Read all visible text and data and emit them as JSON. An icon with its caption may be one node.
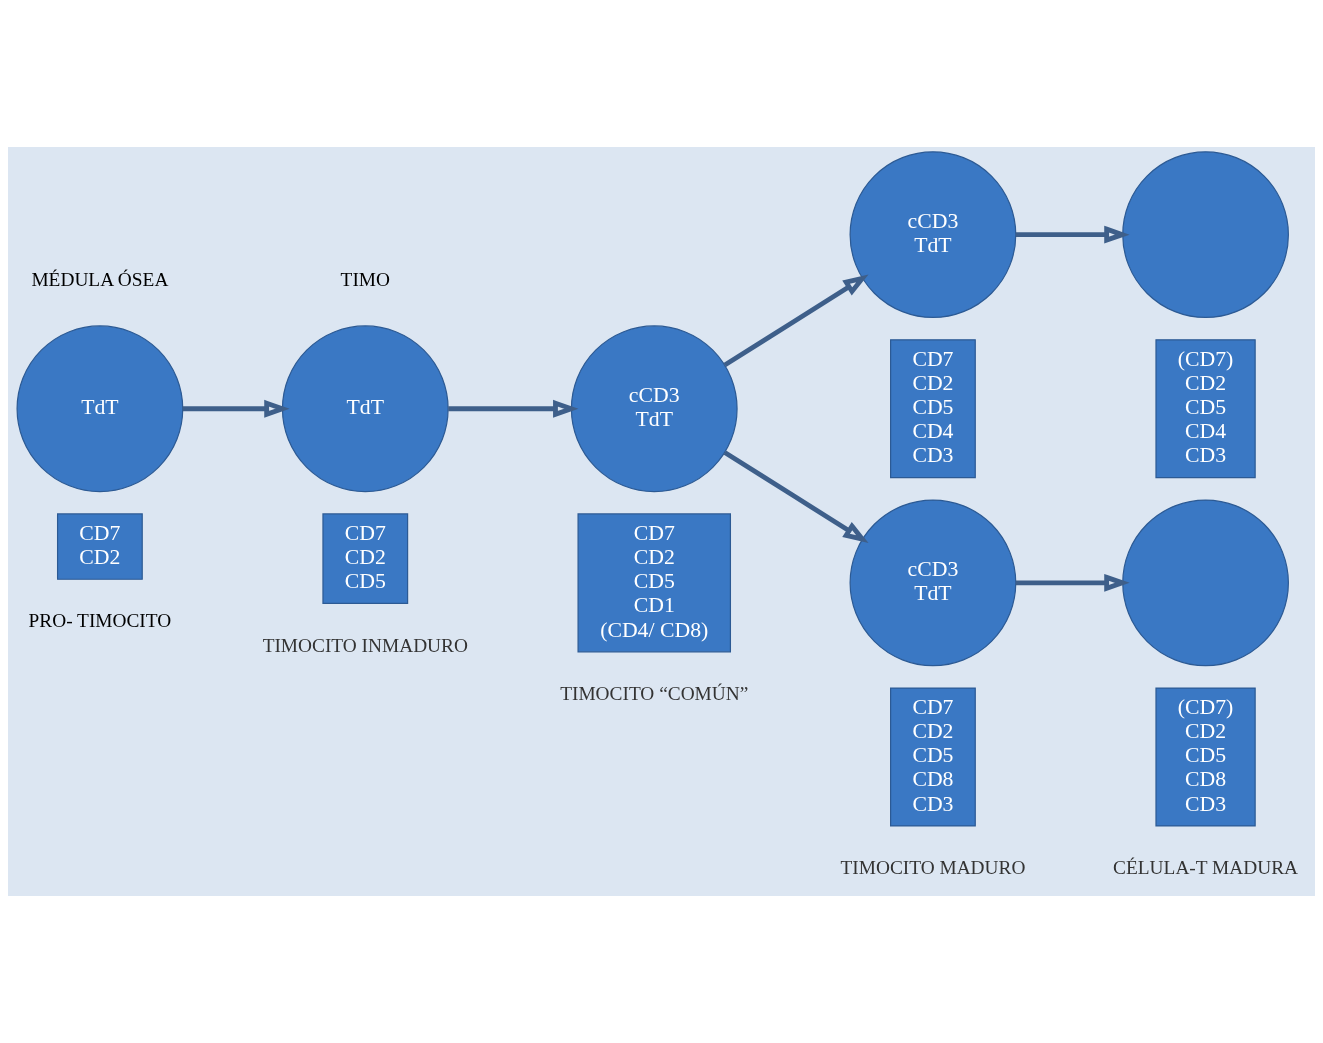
{
  "diagram": {
    "nodes": [
      {
        "text": [
          "TdT"
        ]
      },
      {
        "text": [
          "CD7",
          "CD2"
        ]
      },
      {
        "text": [
          "TdT"
        ]
      },
      {
        "text": [
          "CD7",
          "CD2",
          "CD5"
        ]
      },
      {
        "text": [
          "cCD3",
          "TdT"
        ]
      },
      {
        "text": [
          "CD7",
          "CD2",
          "CD5",
          "CD1",
          "(CD4/ CD8)"
        ]
      },
      {
        "text": [
          "cCD3",
          "TdT"
        ]
      },
      {
        "text": [
          "CD7",
          "CD2",
          "CD5",
          "CD4",
          "CD3"
        ]
      },
      {
        "text": [],
        "shape": "circle"
      },
      {
        "text": [
          "(CD7)",
          "CD2",
          "CD5",
          "CD4",
          "CD3"
        ]
      },
      {
        "text": [
          "cCD3",
          "TdT"
        ]
      },
      {
        "text": [
          "CD7",
          "CD2",
          "CD5",
          "CD8",
          "CD3"
        ]
      },
      {
        "text": [],
        "shape": "circle"
      },
      {
        "text": [
          "(CD7)",
          "CD2",
          "CD5",
          "CD8",
          "CD3"
        ]
      }
    ],
    "edges": [
      {
        "from": 0,
        "to": 2,
        "arrow": "to"
      },
      {
        "from": 2,
        "to": 4,
        "arrow": "to"
      },
      {
        "from": 4,
        "to": 6,
        "arrow": "to"
      },
      {
        "from": 4,
        "to": 10,
        "arrow": "to"
      },
      {
        "from": 6,
        "to": 8,
        "arrow": "to"
      },
      {
        "from": 10,
        "to": 12,
        "arrow": "to"
      }
    ],
    "labels": [
      "MÉDULA ÓSEA",
      "TIMO",
      "PRO- TIMOCITO",
      "TIMOCITO INMADURO",
      "TIMOCITO “COMÚN”",
      "TIMOCITO MADURO",
      "CÉLULA-T MADURA"
    ]
  }
}
